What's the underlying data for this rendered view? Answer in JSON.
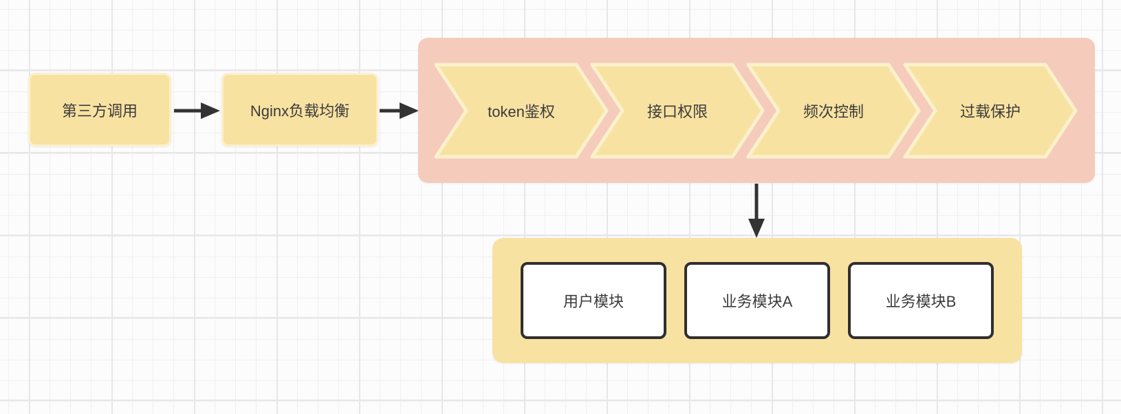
{
  "diagram": {
    "title": "api-gateway-flow",
    "nodes": {
      "third_party": {
        "label": "第三方调用"
      },
      "nginx": {
        "label": "Nginx负载均衡"
      }
    },
    "gateway": {
      "steps": [
        {
          "label": "token鉴权"
        },
        {
          "label": "接口权限"
        },
        {
          "label": "频次控制"
        },
        {
          "label": "过载保护"
        }
      ]
    },
    "services": {
      "modules": [
        {
          "label": "用户模块"
        },
        {
          "label": "业务模块A"
        },
        {
          "label": "业务模块B"
        }
      ]
    },
    "colors": {
      "node_fill": "#f8e2a2",
      "node_border": "#fbf0ca",
      "gateway_fill": "#f5cbbc",
      "chevron_fill": "#f8e2a2",
      "chevron_border": "#fbf1cb",
      "module_fill": "#ffffff",
      "module_border": "#2f2f2f",
      "arrow": "#333333",
      "text": "#3b3b3b",
      "grid_minor": "#f0f0f3",
      "grid_major": "#e7e7ea",
      "background": "#fcfcfd"
    }
  }
}
